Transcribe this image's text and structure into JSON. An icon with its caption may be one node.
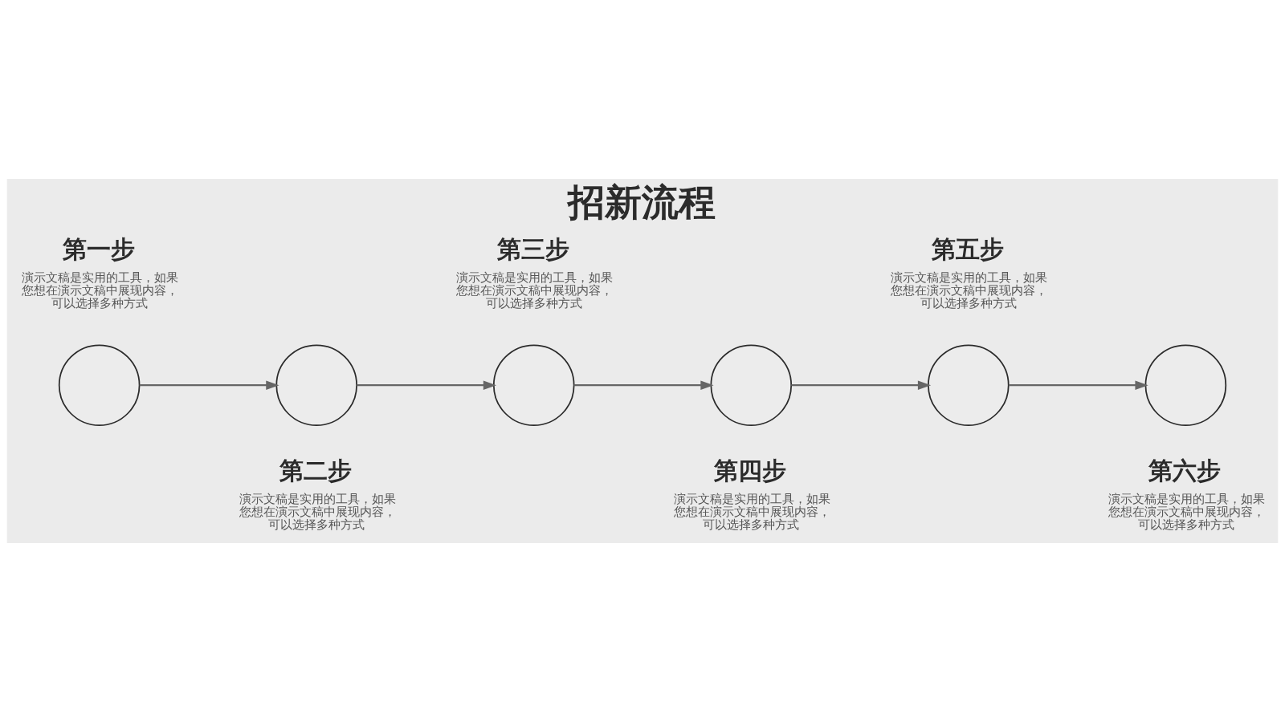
{
  "diagram": {
    "title": "招新流程",
    "nodes": [
      {
        "text": [],
        "shape": "circle",
        "beside": [
          "第一步",
          "演示文稿是实用的工具，如果您想在演示文稿中展现内容，可以选择多种方式"
        ]
      },
      {
        "text": [],
        "shape": "circle",
        "beside": [
          "第二步",
          "演示文稿是实用的工具，如果您想在演示文稿中展现内容，可以选择多种方式"
        ]
      },
      {
        "text": [],
        "shape": "circle",
        "beside": [
          "第三步",
          "演示文稿是实用的工具，如果您想在演示文稿中展现内容，可以选择多种方式"
        ]
      },
      {
        "text": [],
        "shape": "circle",
        "beside": [
          "第四步",
          "演示文稿是实用的工具，如果您想在演示文稿中展现内容，可以选择多种方式"
        ]
      },
      {
        "text": [],
        "shape": "circle",
        "beside": [
          "第五步",
          "演示文稿是实用的工具，如果您想在演示文稿中展现内容，可以选择多种方式"
        ]
      },
      {
        "text": [],
        "shape": "circle",
        "beside": [
          "第六步",
          "演示文稿是实用的工具，如果您想在演示文稿中展现内容，可以选择多种方式"
        ]
      }
    ],
    "edges": [
      {
        "from": 0,
        "to": 1,
        "arrow": "to"
      },
      {
        "from": 1,
        "to": 2,
        "arrow": "to"
      },
      {
        "from": 2,
        "to": 3,
        "arrow": "to"
      },
      {
        "from": 3,
        "to": 4,
        "arrow": "to"
      },
      {
        "from": 4,
        "to": 5,
        "arrow": "to"
      }
    ]
  }
}
